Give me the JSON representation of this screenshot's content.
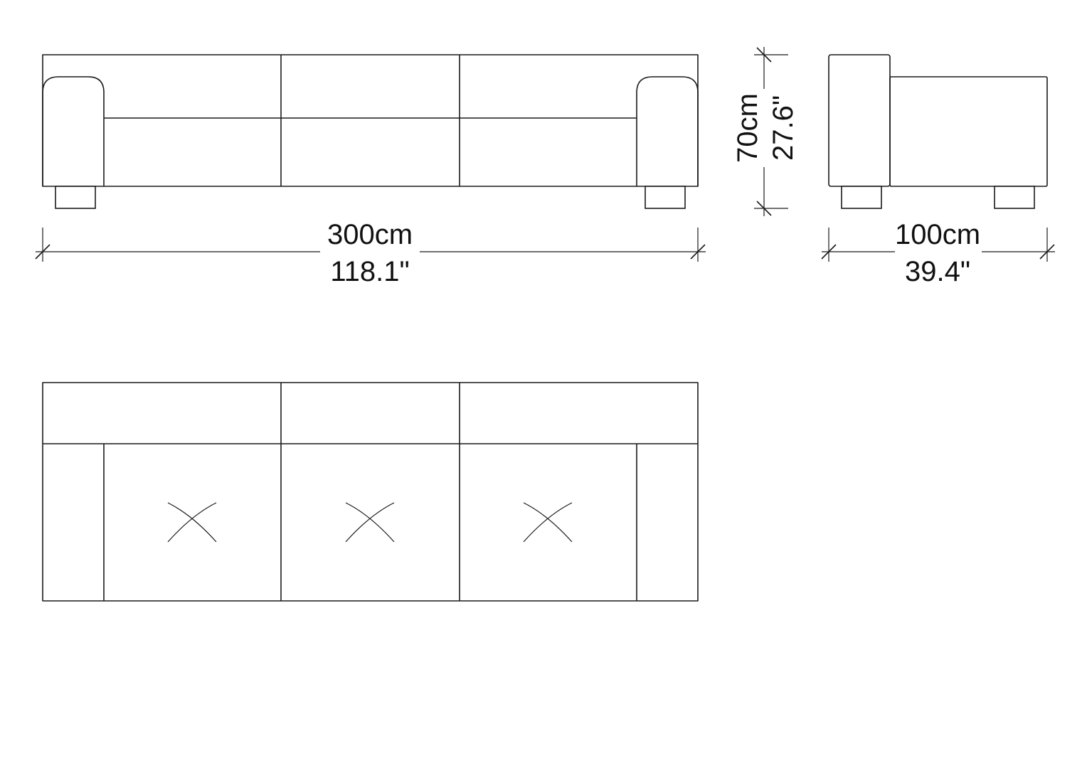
{
  "colors": {
    "line": "#1a1a1a",
    "text": "#111111",
    "background": "#ffffff"
  },
  "front_view": {
    "width_metric": "300cm",
    "width_imperial": "118.1\""
  },
  "height_dim": {
    "metric": "70cm",
    "imperial": "27.6\""
  },
  "side_view": {
    "depth_metric": "100cm",
    "depth_imperial": "39.4\""
  },
  "top_view": {
    "seat_count": 3,
    "tufting_marks": 3
  }
}
